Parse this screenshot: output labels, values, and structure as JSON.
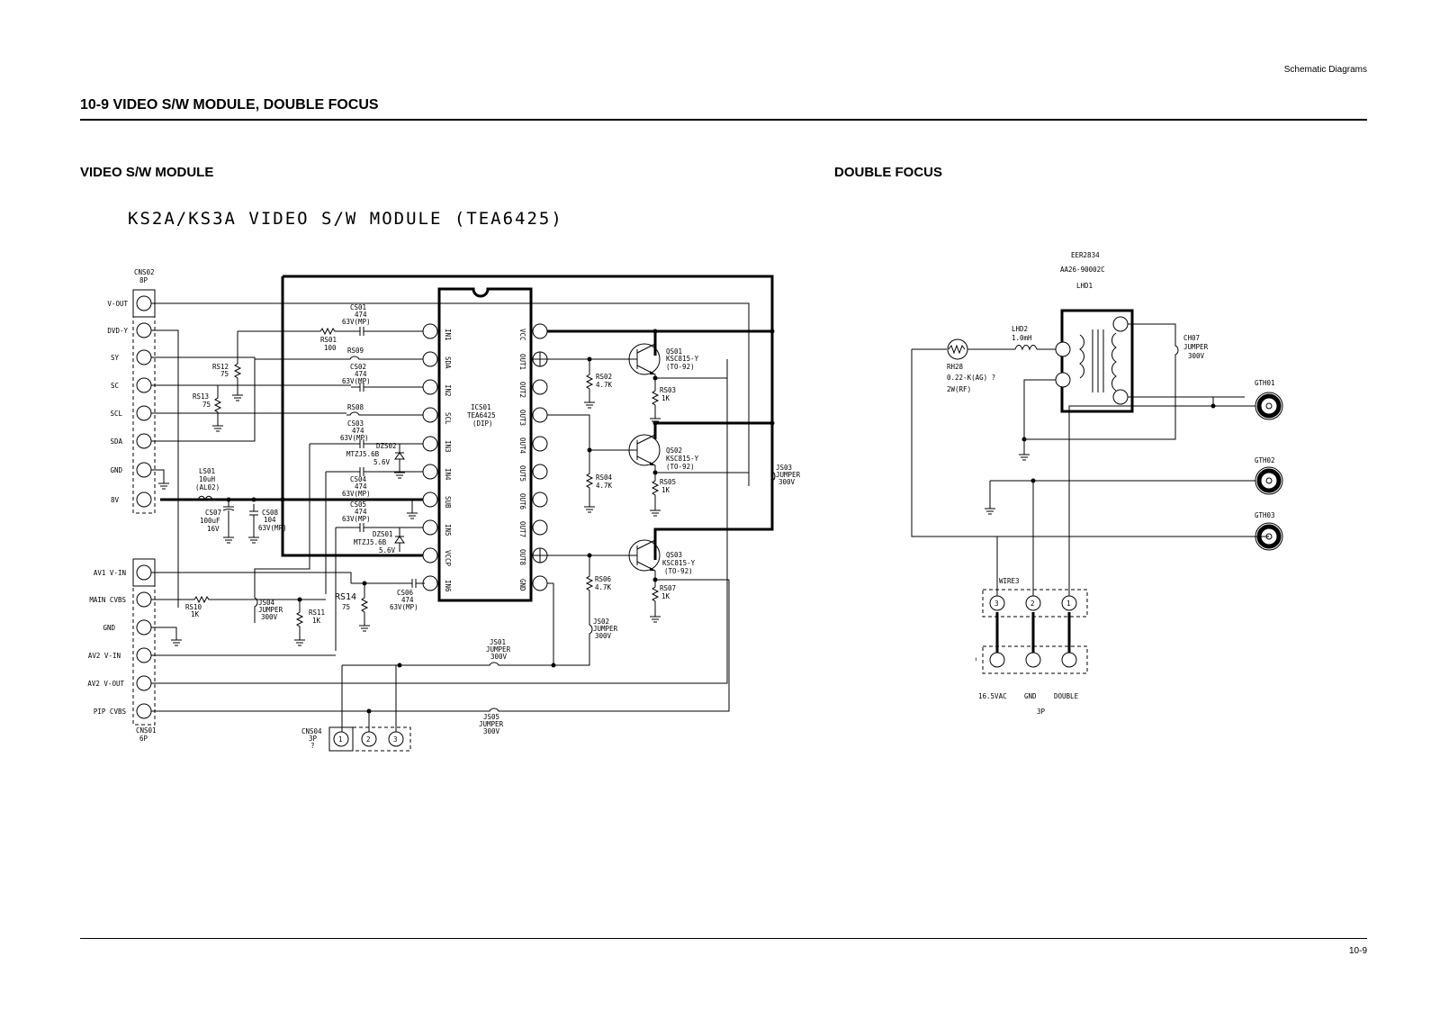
{
  "header": {
    "section_label": "Schematic Diagrams"
  },
  "page": {
    "title": "10-9  VIDEO S/W MODULE, DOUBLE FOCUS",
    "number": "10-9"
  },
  "sections": {
    "left": "VIDEO S/W MODULE",
    "right": "DOUBLE FOCUS"
  },
  "video_module": {
    "title": "KS2A/KS3A VIDEO S/W MODULE (TEA6425)",
    "cns02": {
      "ref": "CNS02",
      "pins": "8P"
    },
    "cns02_labels": [
      "V-OUT",
      "DVD-Y",
      "SY",
      "SC",
      "SCL",
      "SDA",
      "GND",
      "8V"
    ],
    "cns01": {
      "ref": "CNS01",
      "pins": "6P"
    },
    "cns01_labels": [
      "AV1 V-IN",
      "MAIN CVBS",
      "GND",
      "AV2 V-IN",
      "AV2 V-OUT",
      "PIP CVBS"
    ],
    "cns04": {
      "ref": "CNS04",
      "pins": "3P",
      "note": "?"
    },
    "cns04_pins": [
      "1",
      "2",
      "3"
    ],
    "ic": {
      "ref": "ICS01",
      "part": "TEA6425",
      "pkg": "(DIP)"
    },
    "ic_left_pins": [
      "IN1",
      "SDA",
      "IN2",
      "SCL",
      "IN3",
      "IN4",
      "SUB",
      "IN5",
      "VCCP",
      "IN6"
    ],
    "ic_right_pins": [
      "VCC",
      "OUT1",
      "OUT2",
      "OUT3",
      "OUT4",
      "OUT5",
      "OUT6",
      "OUT7",
      "OUT8",
      "GND"
    ],
    "components": {
      "cs01": [
        "CS01",
        "474",
        "63V(MP)"
      ],
      "rs01": [
        "RS01",
        "100"
      ],
      "rs09": [
        "RS09"
      ],
      "cs02": [
        "CS02",
        "474",
        "63V(MP)"
      ],
      "rs08": [
        "RS08"
      ],
      "cs03": [
        "CS03",
        "474",
        "63V(MP)"
      ],
      "dzs02": [
        "DZS02",
        "MTZJ5.6B",
        "5.6V"
      ],
      "cs04": [
        "CS04",
        "474",
        "63V(MP)"
      ],
      "cs05": [
        "CS05",
        "474",
        "63V(MP)"
      ],
      "dzs01": [
        "DZS01",
        "MTZJ5.6B",
        "5.6V"
      ],
      "cs06": [
        "CS06",
        "474",
        "63V(MP)"
      ],
      "rs12": [
        "RS12",
        "75"
      ],
      "rs13": [
        "RS13",
        "75"
      ],
      "ls01": [
        "LS01",
        "10uH",
        "(AL02)"
      ],
      "cs07": [
        "CS07",
        "100uF",
        "16V"
      ],
      "cs08": [
        "CS08",
        "104",
        "63V(MP)"
      ],
      "rs10": [
        "RS10",
        "1K"
      ],
      "js04": [
        "JS04",
        "JUMPER",
        "300V"
      ],
      "rs11": [
        "RS11",
        "1K"
      ],
      "rs14": [
        "RS14",
        "75"
      ],
      "js01": [
        "JS01",
        "JUMPER",
        "300V"
      ],
      "js05": [
        "JS05",
        "JUMPER",
        "300V"
      ],
      "js02": [
        "JS02",
        "JUMPER",
        "300V"
      ],
      "js03": [
        "JS03",
        "JUMPER",
        "300V"
      ],
      "qs01": [
        "QS01",
        "KSC815-Y",
        "(TO-92)"
      ],
      "qs02": [
        "QS02",
        "KSC815-Y",
        "(TO-92)"
      ],
      "qs03": [
        "QS03",
        "KSC815-Y",
        "(TO-92)"
      ],
      "rs02": [
        "RS02",
        "4.7K"
      ],
      "rs03": [
        "RS03",
        "1K"
      ],
      "rs04": [
        "RS04",
        "4.7K"
      ],
      "rs05": [
        "RS05",
        "1K"
      ],
      "rs06": [
        "RS06",
        "4.7K"
      ],
      "rs07": [
        "RS07",
        "1K"
      ]
    }
  },
  "double_focus": {
    "lhd1": [
      "EER2834",
      "AA26-90002C",
      "LHD1"
    ],
    "lhd2": [
      "LHD2",
      "1.0mH"
    ],
    "rh28": [
      "RH28",
      "0.22-K(AG) ?",
      "2W(RF)"
    ],
    "ch07": [
      "CH07",
      "JUMPER",
      "300V"
    ],
    "gth": [
      "GTH01",
      "GTH02",
      "GTH03"
    ],
    "wire": "WIRE3",
    "wire_pins": [
      "3",
      "2",
      "1"
    ],
    "wire_side_mark": "~",
    "bottom_labels": [
      "16.5VAC",
      "GND",
      "DOUBLE"
    ],
    "bottom_pins": "3P"
  }
}
